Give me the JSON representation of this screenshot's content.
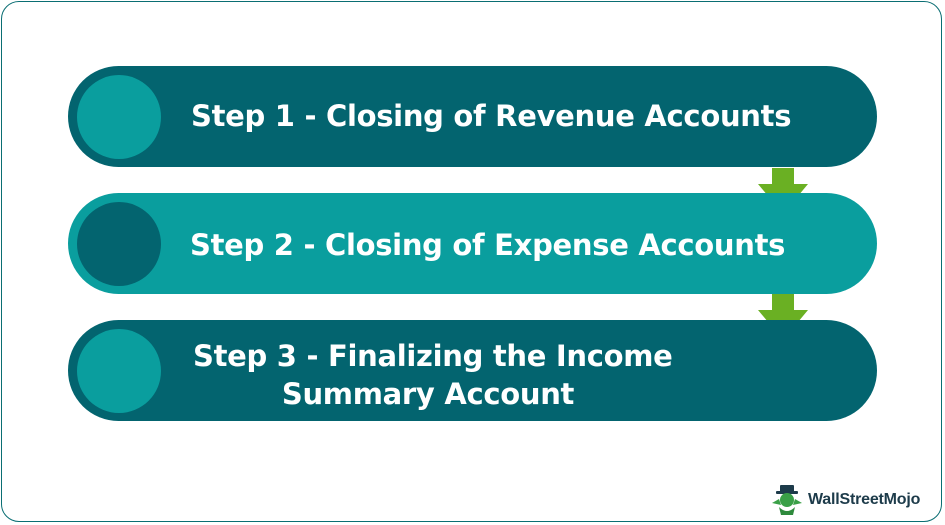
{
  "steps": [
    {
      "label": "Step 1 - Closing of Revenue Accounts"
    },
    {
      "label": "Step 2 - Closing of Expense Accounts"
    },
    {
      "label_line1": "Step 3 - Finalizing the Income",
      "label_line2": "Summary Account"
    }
  ],
  "brand": {
    "name": "WallStreetMojo"
  },
  "colors": {
    "dark_teal": "#03646f",
    "light_teal": "#0a9e9e",
    "arrow_green": "#6ab023"
  }
}
